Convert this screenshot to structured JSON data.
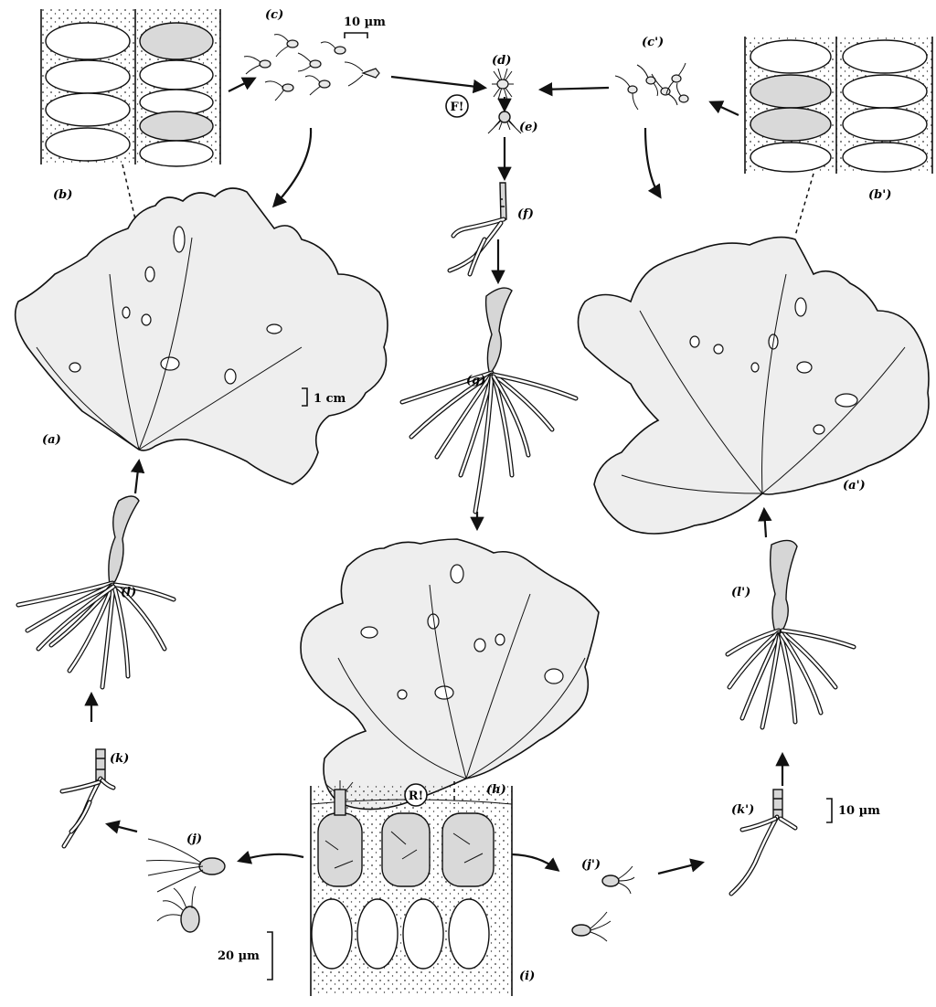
{
  "diagram": {
    "panel_labels": {
      "a": "(a)",
      "a_prime": "(a')",
      "b": "(b)",
      "b_prime": "(b')",
      "c": "(c)",
      "c_prime": "(c')",
      "d": "(d)",
      "e": "(e)",
      "f": "(f)",
      "g": "(g)",
      "h": "(h)",
      "i": "(i)",
      "j": "(j)",
      "j_prime": "(j')",
      "k": "(k)",
      "k_prime": "(k')",
      "l": "(l)",
      "l_prime": "(l')"
    },
    "markers": {
      "fertilization": "F!",
      "reduction": "R!"
    },
    "scale_bars": {
      "gametes": "10 µm",
      "thallus": "1 cm",
      "germlings": "10 µm",
      "tissue": "20 µm"
    }
  }
}
